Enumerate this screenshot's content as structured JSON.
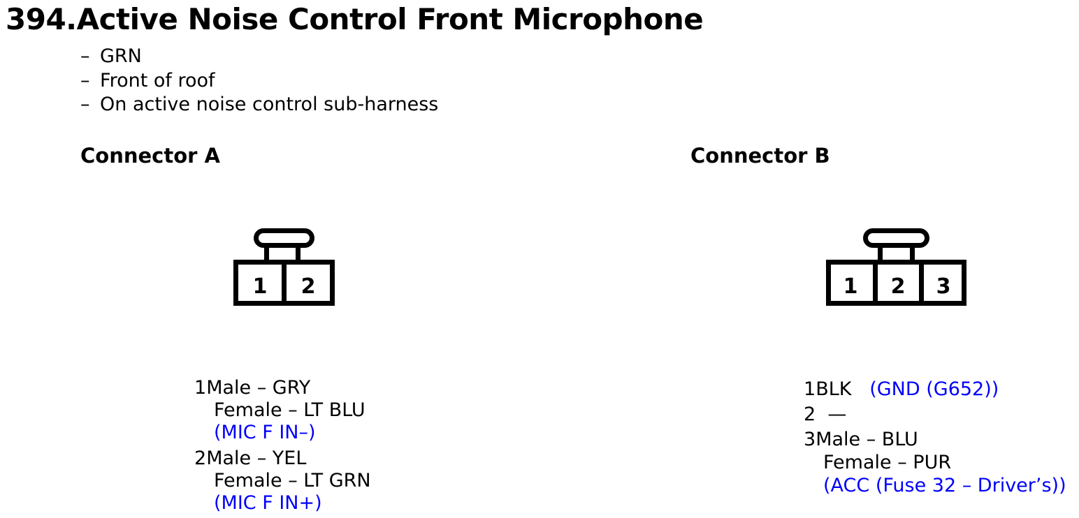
{
  "page": {
    "title": "394.Active Noise Control Front Microphone",
    "background": "#ffffff",
    "text_color": "#000000",
    "accent_blue": "#0000fa"
  },
  "notes": {
    "bullet": "–",
    "items": [
      "GRN",
      "Front of roof",
      "On active noise control sub-harness"
    ]
  },
  "connectors": [
    {
      "heading": "Connector A",
      "pin_count": 2,
      "cavity_labels": [
        "1",
        "2"
      ],
      "clip_position": "top-center",
      "pins": [
        {
          "number": "1",
          "lines": [
            [
              {
                "text": "Male – GRY"
              }
            ],
            [
              {
                "text": "Female – LT BLU"
              }
            ],
            [
              {
                "text": "(MIC F IN–)",
                "blue": true
              }
            ]
          ]
        },
        {
          "number": "2",
          "lines": [
            [
              {
                "text": "Male – YEL"
              }
            ],
            [
              {
                "text": "Female – LT GRN"
              }
            ],
            [
              {
                "text": "(MIC F IN+)",
                "blue": true
              }
            ]
          ]
        }
      ]
    },
    {
      "heading": "Connector B",
      "pin_count": 3,
      "cavity_labels": [
        "1",
        "2",
        "3"
      ],
      "clip_position": "top-center",
      "pins": [
        {
          "number": "1",
          "lines": [
            [
              {
                "text": "BLK"
              },
              {
                "text": "   (GND (G652))",
                "blue": true
              }
            ]
          ]
        },
        {
          "number": "2",
          "lines": [
            [
              {
                "text": "  —"
              }
            ]
          ]
        },
        {
          "number": "3",
          "lines": [
            [
              {
                "text": "Male – BLU"
              }
            ],
            [
              {
                "text": "Female – PUR"
              }
            ],
            [
              {
                "text": "(ACC (Fuse 32 – Driver’s))",
                "blue": true
              }
            ]
          ]
        }
      ]
    }
  ]
}
